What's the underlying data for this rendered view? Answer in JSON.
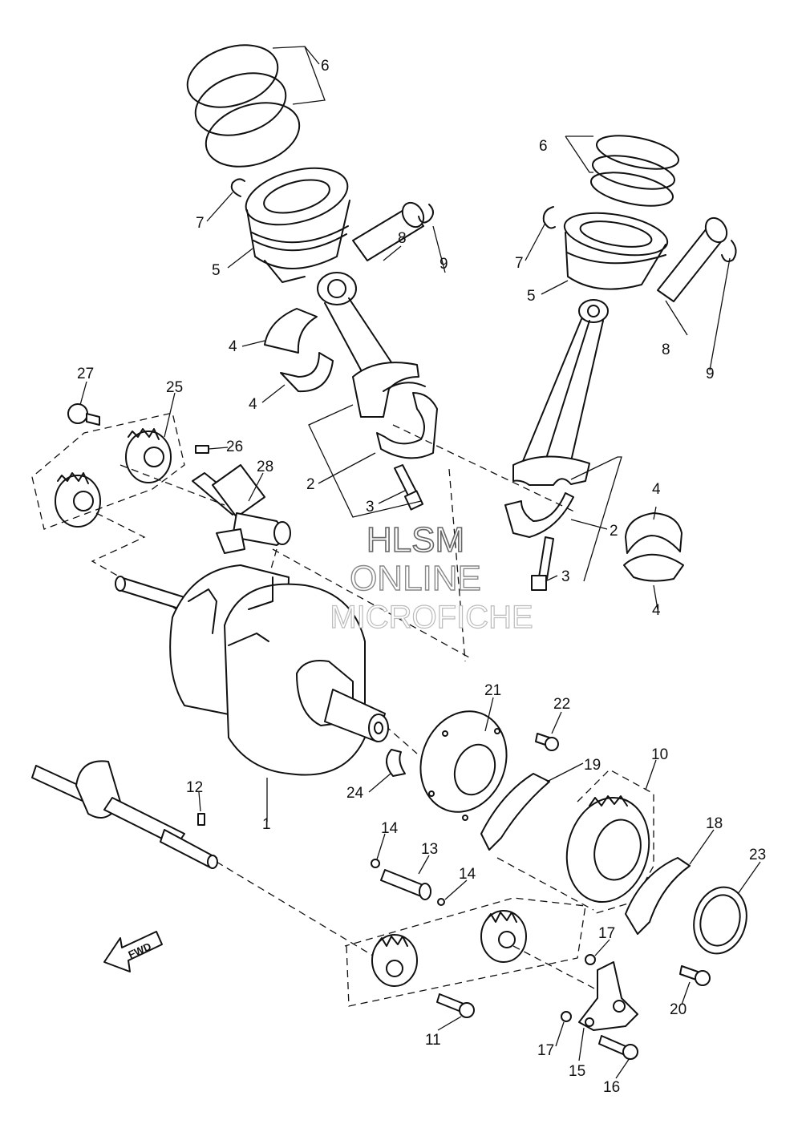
{
  "diagram": {
    "callouts": [
      {
        "id": "6a",
        "text": "6"
      },
      {
        "id": "6b",
        "text": "6"
      },
      {
        "id": "7a",
        "text": "7"
      },
      {
        "id": "7b",
        "text": "7"
      },
      {
        "id": "5a",
        "text": "5"
      },
      {
        "id": "5b",
        "text": "5"
      },
      {
        "id": "8a",
        "text": "8"
      },
      {
        "id": "8b",
        "text": "8"
      },
      {
        "id": "9a",
        "text": "9"
      },
      {
        "id": "9b",
        "text": "9"
      },
      {
        "id": "4a",
        "text": "4"
      },
      {
        "id": "4b",
        "text": "4"
      },
      {
        "id": "4c",
        "text": "4"
      },
      {
        "id": "4d",
        "text": "4"
      },
      {
        "id": "27",
        "text": "27"
      },
      {
        "id": "25",
        "text": "25"
      },
      {
        "id": "26",
        "text": "26"
      },
      {
        "id": "28",
        "text": "28"
      },
      {
        "id": "2a",
        "text": "2"
      },
      {
        "id": "2b",
        "text": "2"
      },
      {
        "id": "3a",
        "text": "3"
      },
      {
        "id": "3b",
        "text": "3"
      },
      {
        "id": "1",
        "text": "1"
      },
      {
        "id": "21",
        "text": "21"
      },
      {
        "id": "22",
        "text": "22"
      },
      {
        "id": "19",
        "text": "19"
      },
      {
        "id": "10",
        "text": "10"
      },
      {
        "id": "24",
        "text": "24"
      },
      {
        "id": "12",
        "text": "12"
      },
      {
        "id": "14a",
        "text": "14"
      },
      {
        "id": "14b",
        "text": "14"
      },
      {
        "id": "13",
        "text": "13"
      },
      {
        "id": "18",
        "text": "18"
      },
      {
        "id": "23",
        "text": "23"
      },
      {
        "id": "17a",
        "text": "17"
      },
      {
        "id": "17b",
        "text": "17"
      },
      {
        "id": "20",
        "text": "20"
      },
      {
        "id": "11",
        "text": "11"
      },
      {
        "id": "15",
        "text": "15"
      },
      {
        "id": "16",
        "text": "16"
      }
    ],
    "direction_label": "FWD",
    "watermark": {
      "line1": "HLSM",
      "line2": "ONLINE",
      "line3": "MICROFICHE"
    }
  }
}
